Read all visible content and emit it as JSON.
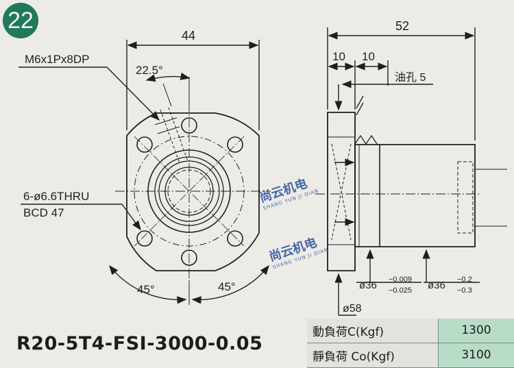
{
  "figure_number": "22",
  "part_number": "R20-5T4-FSI-3000-0.05",
  "front_view": {
    "overall_width": "44",
    "tap_callout": "M6x1Px8DP",
    "tap_angle": "22.5°",
    "hole_callout_line1": "6-ø6.6THRU",
    "hole_callout_line2": "BCD 47",
    "angle_left": "45°",
    "angle_right": "45°"
  },
  "side_view": {
    "overall_length": "52",
    "flange_width": "10",
    "offset": "10",
    "oil_hole": "油孔 5",
    "flange_diameter": "ø58",
    "dia_left": "ø36",
    "dia_left_tol_upper": "−0.009",
    "dia_left_tol_lower": "−0.025",
    "dia_right": "ø36",
    "dia_right_tol_upper": "−0.2",
    "dia_right_tol_lower": "−0.3"
  },
  "load_table": [
    {
      "label": "動負荷C(Kgf)",
      "value": "1300"
    },
    {
      "label": "靜負荷 Co(Kgf)",
      "value": "3100"
    }
  ],
  "watermarks": [
    {
      "text": "尚云机电",
      "sub": "SHANG YUN JI DIAN"
    },
    {
      "text": "尚云机电",
      "sub": "SHANG YUN JI DIAN"
    }
  ],
  "colors": {
    "badge": "#1e7a5b",
    "table_value_bg": "#b9dcc8",
    "line": "#1e1e1e"
  }
}
